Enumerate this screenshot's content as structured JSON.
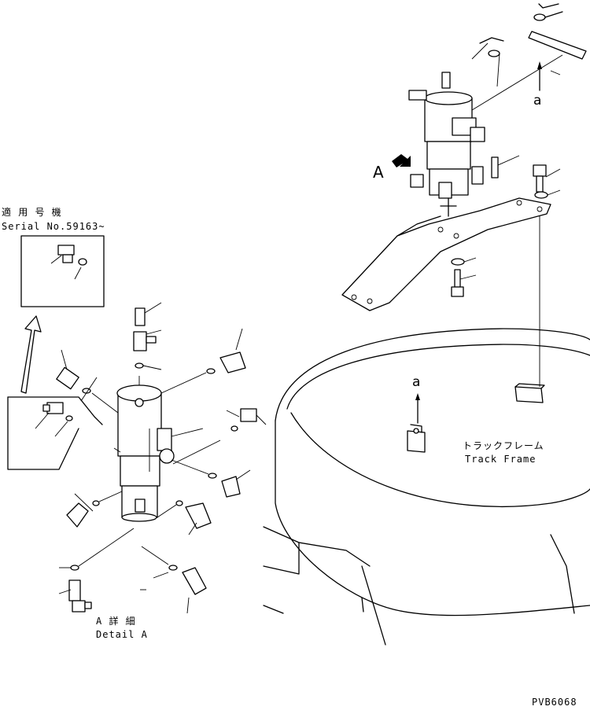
{
  "labels": {
    "serial_jp": "適 用 号 機",
    "serial_en": "Serial No.59163~",
    "view_marker": "A",
    "ref_a_top": "a",
    "ref_a_frame": "a",
    "track_frame_jp": "トラックフレーム",
    "track_frame_en": "Track Frame",
    "detail_jp": "A 詳 細",
    "detail_en": "Detail A",
    "drawing_code": "PVB6068"
  }
}
